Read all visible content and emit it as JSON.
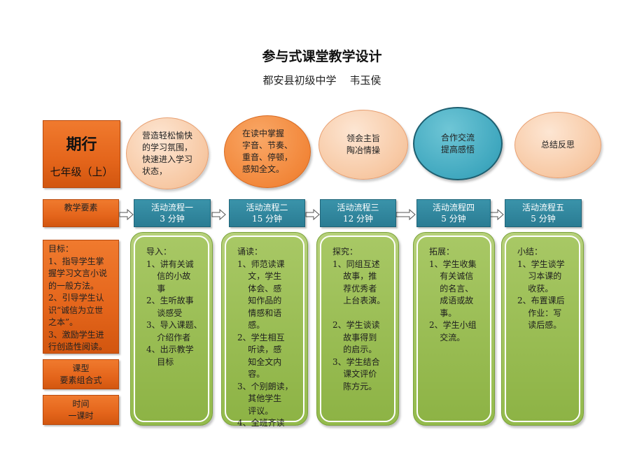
{
  "header": {
    "title": "参与式课堂教学设计",
    "subtitle": "都安县初级中学    韦玉侯"
  },
  "period": {
    "big": "期行",
    "small": "七年级（上）"
  },
  "ellipses": [
    "营造轻松愉快\n的学习氛围，\n快速进入学习\n状态，",
    "在读中掌握\n字音、节奏、\n重音、停顿，\n感知全文。",
    "领会主旨\n陶冶情操",
    "合作交流\n提高感悟",
    "总结反思"
  ],
  "row_label": "教学要素",
  "flows": [
    "活动流程一\n3 分钟",
    "活动流程二\n15 分钟",
    "活动流程三\n12 分钟",
    "活动流程四\n5 分钟",
    "活动流程五\n5 分钟"
  ],
  "goals": "目标：\n1、指导学生掌\n握学习文言小说\n的一般方法。\n2、引导学生认\n识“诚信为立世\n之本”。\n3、激励学生进\n行创造性阅读。",
  "type": "课型\n要素组合式",
  "time": "时间\n一课时",
  "columns": [
    "导入：\n1、讲有关诚\n    信的小故\n    事\n2、生听故事\n    谈感受\n3、导入课题、\n    介绍作者\n4、出示教学\n    目标",
    "诵读：\n1、师范读课\n    文，学生\n    体会、感\n    知作品的\n    情感和语\n    感。\n2、学生相互\n    听读，感\n    知全文内\n    容。\n3、个别朗读，\n    其他学生\n    评议。\n4、全班齐读",
    "探究：\n1、同组互述\n    故事，推\n    荐优秀者\n    上台表演。\n\n2、学生谈读\n    故事得到\n    的启示。\n3、学生结合\n    课文评价\n    陈方元。",
    "拓展：\n1、学生收集\n    有关诚信\n    的名言、\n    成语或故\n    事。\n2、学生小组\n    交流。",
    "小结：\n1、学生谈学\n    习本课的\n    收获。\n2、布置课后\n    作业：写\n    读后感。"
  ]
}
